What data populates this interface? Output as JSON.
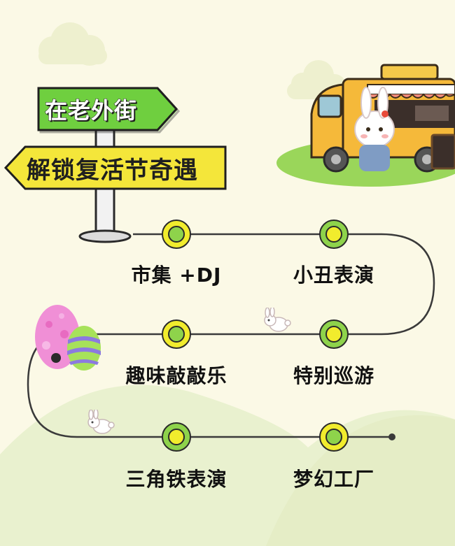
{
  "signpost": {
    "top_label": "在老外街",
    "bottom_label": "解锁复活节奇遇"
  },
  "route": {
    "stops": [
      {
        "label": "市集 +DJ"
      },
      {
        "label": "小丑表演"
      },
      {
        "label": "趣味敲敲乐"
      },
      {
        "label": "特别巡游"
      },
      {
        "label": "三角铁表演"
      },
      {
        "label": "梦幻工厂"
      }
    ]
  },
  "colors": {
    "background": "#fbf9e6",
    "hill": "#e9f1cf",
    "sign_green": "#6fcf3f",
    "sign_yellow": "#f4e63a",
    "node_yellow": "#f1ec2d",
    "node_green": "#8ed34b",
    "path": "#3a3a3a",
    "truck_yellow": "#f5b93a"
  }
}
